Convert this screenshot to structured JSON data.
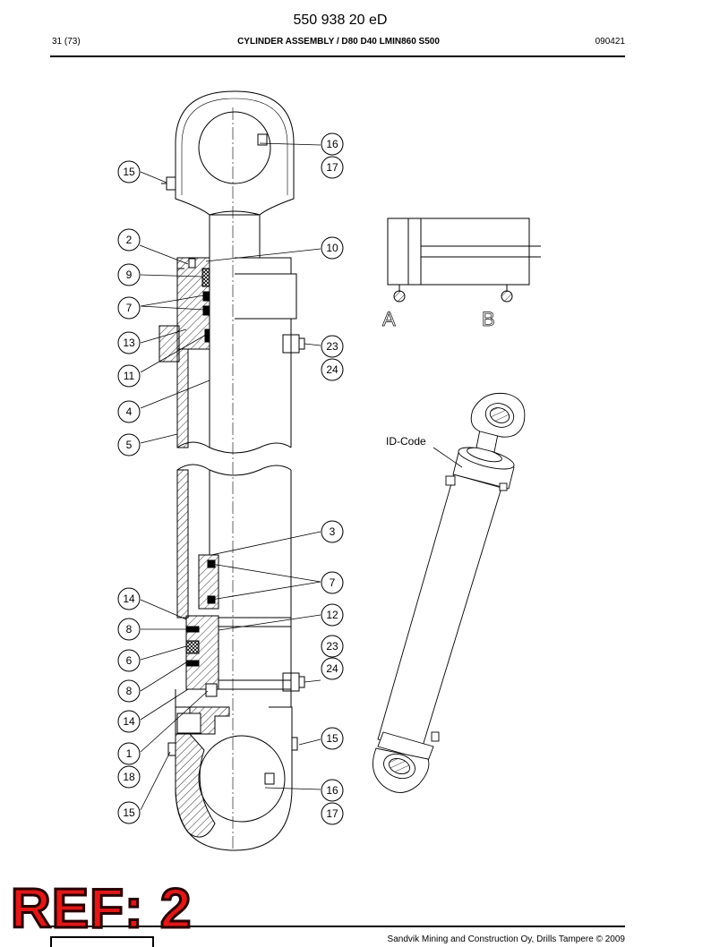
{
  "header": {
    "doc_number": "550 938 20 eD",
    "page": "31 (73)",
    "title": "CYLINDER ASSEMBLY / D80 D40 LMIN860 S500",
    "date_code": "090421"
  },
  "drawing": {
    "callouts": [
      "16",
      "17",
      "15",
      "2",
      "10",
      "9",
      "7",
      "13",
      "23",
      "24",
      "11",
      "4",
      "5",
      "3",
      "7",
      "14",
      "12",
      "8",
      "23",
      "6",
      "24",
      "8",
      "14",
      "15",
      "1",
      "18",
      "16",
      "15",
      "17"
    ],
    "port_labels": [
      "A",
      "B"
    ],
    "id_code_label": "ID-Code"
  },
  "stamp": {
    "text": "REF: 2"
  },
  "footer": {
    "text": "Sandvik Mining and Construction Oy, Drills Tampere © 2009"
  }
}
